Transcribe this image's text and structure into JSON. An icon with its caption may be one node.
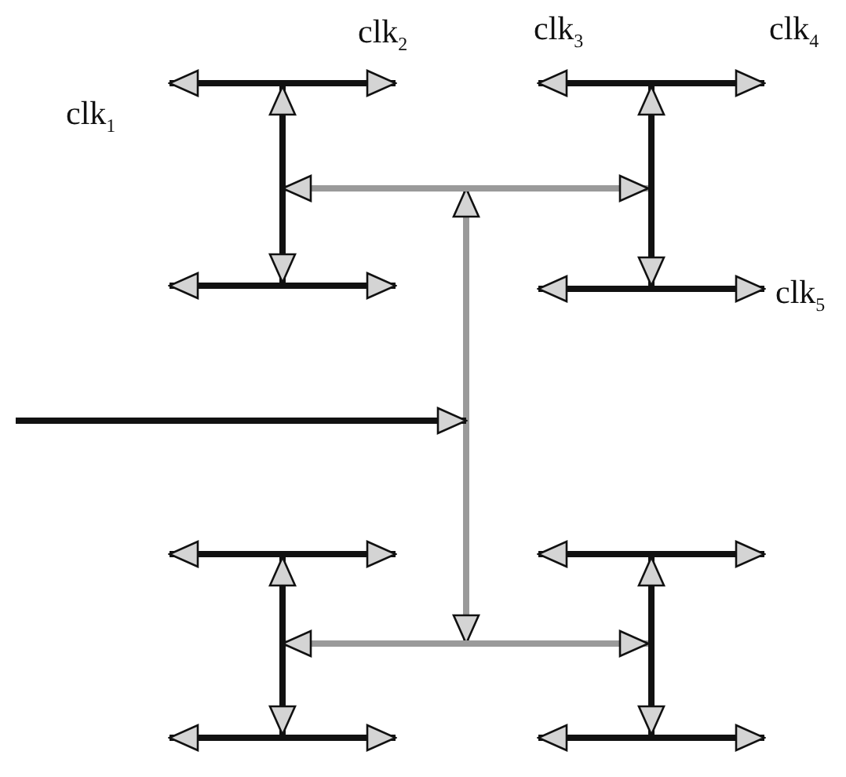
{
  "diagram": {
    "labels": [
      "clk$_{1}$",
      "clk$_{2}$",
      "clk$_{3}$",
      "clk$_{4}$",
      "clk$_{5}$"
    ]
  }
}
